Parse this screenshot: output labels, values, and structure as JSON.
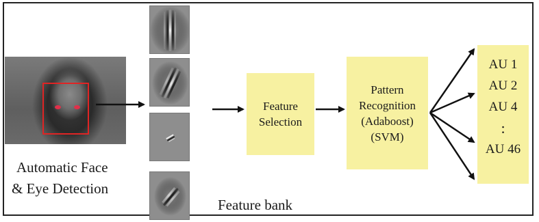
{
  "detection": {
    "line1": "Automatic Face",
    "line2": "& Eye Detection"
  },
  "feature_bank_label": "Feature bank",
  "feature_selection": {
    "line1": "Feature",
    "line2": "Selection"
  },
  "pattern_recognition": {
    "line1": "Pattern",
    "line2": "Recognition",
    "line3": "(Adaboost)",
    "line4": "(SVM)"
  },
  "outputs": [
    "AU 1",
    "AU 2",
    "AU 4",
    ":",
    "AU 46"
  ],
  "colors": {
    "box_fill": "#f7f1a1",
    "face_box": "#e02424",
    "arrow": "#111111"
  }
}
